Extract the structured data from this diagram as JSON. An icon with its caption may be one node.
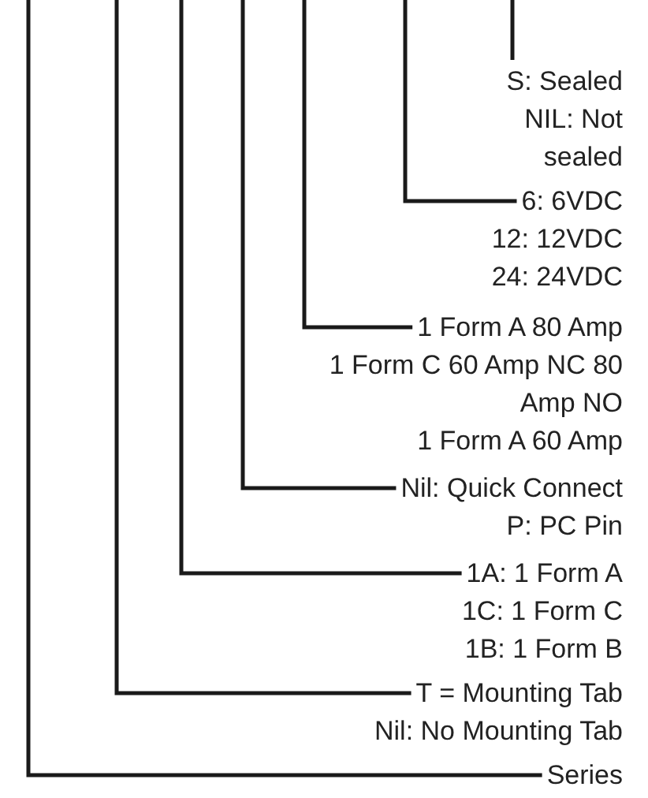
{
  "diagram": {
    "nodes": [
      {
        "text": [
          "S: Sealed",
          "NIL: Not sealed"
        ]
      },
      {
        "text": [
          "6: 6VDC",
          "12: 12VDC",
          "24: 24VDC"
        ]
      },
      {
        "text": [
          "1 Form A 80 Amp",
          "1 Form C 60 Amp NC 80 Amp NO",
          "1 Form A 60 Amp"
        ]
      },
      {
        "text": [
          "Nil: Quick Connect",
          "P: PC Pin"
        ]
      },
      {
        "text": [
          "1A: 1 Form A",
          "1C: 1 Form C",
          "1B: 1 Form B"
        ]
      },
      {
        "text": [
          "T = Mounting Tab",
          "Nil: No Mounting Tab"
        ]
      },
      {
        "text": [
          "Series"
        ]
      }
    ],
    "edges": [
      {
        "from": 0,
        "to": null,
        "arrow": "none"
      },
      {
        "from": 1,
        "to": null,
        "arrow": "none"
      },
      {
        "from": 2,
        "to": null,
        "arrow": "none"
      },
      {
        "from": 3,
        "to": null,
        "arrow": "none"
      },
      {
        "from": 4,
        "to": null,
        "arrow": "none"
      },
      {
        "from": 5,
        "to": null,
        "arrow": "none"
      },
      {
        "from": 6,
        "to": null,
        "arrow": "none"
      }
    ]
  }
}
